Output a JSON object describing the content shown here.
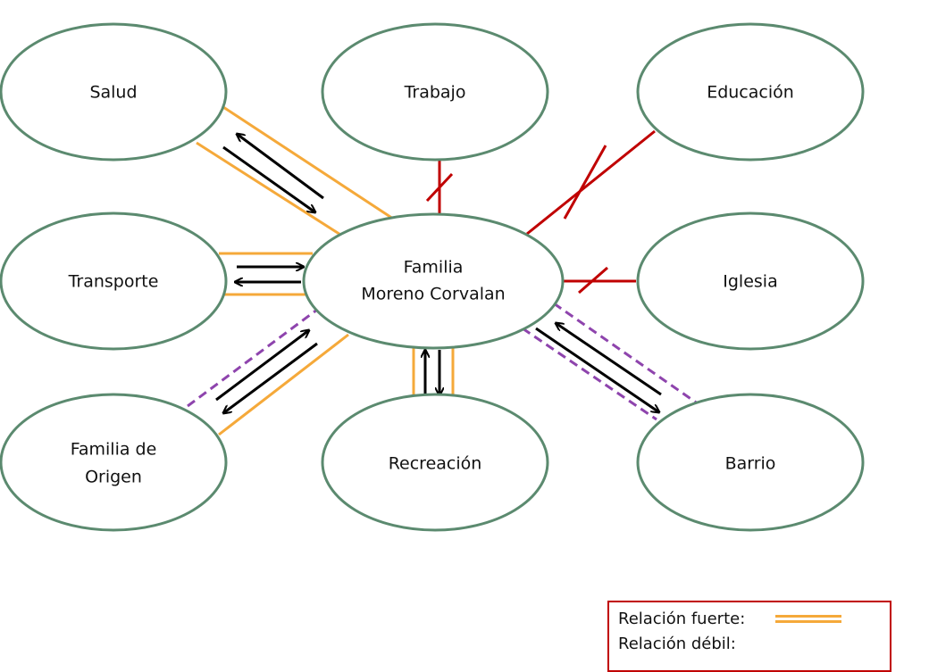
{
  "diagram": {
    "center": {
      "line1": "Familia",
      "line2": "Moreno Corvalan"
    },
    "nodes": {
      "salud": "Salud",
      "trabajo": "Trabajo",
      "educacion": "Educación",
      "transporte": "Transporte",
      "iglesia": "Iglesia",
      "familia_origen": {
        "line1": "Familia de",
        "line2": "Origen"
      },
      "recreacion": "Recreación",
      "barrio": "Barrio"
    }
  },
  "legend": {
    "strong_label": "Relación fuerte:",
    "weak_label": "Relación débil:"
  },
  "colors": {
    "node_stroke": "#5b8a6f",
    "strong": "#f5a93a",
    "conflict": "#c00000",
    "weak": "#8e44ad",
    "arrow": "#000000"
  }
}
